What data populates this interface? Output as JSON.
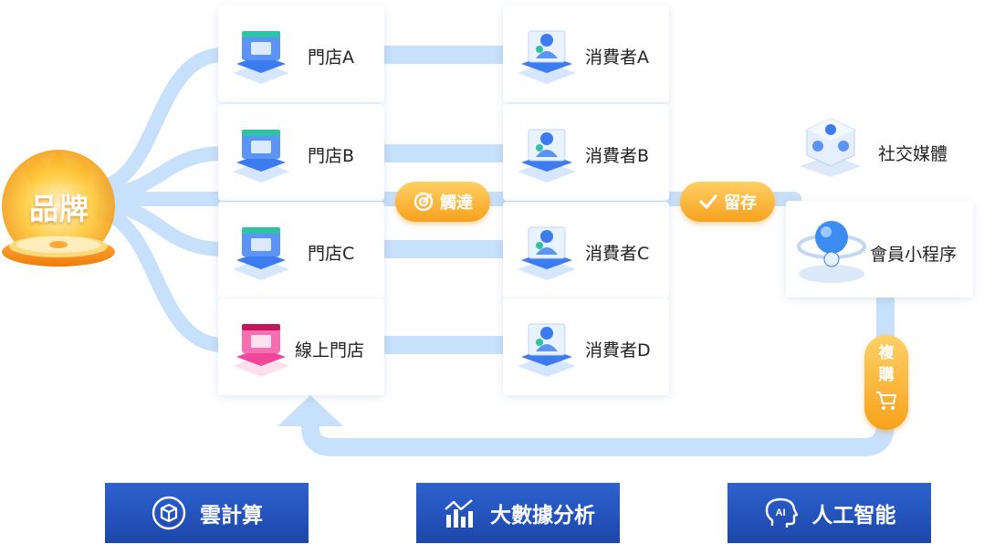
{
  "brand": {
    "label": "品牌"
  },
  "stores": [
    {
      "label": "門店A",
      "icon": "store-icon"
    },
    {
      "label": "門店B",
      "icon": "store-icon"
    },
    {
      "label": "門店C",
      "icon": "store-icon"
    },
    {
      "label": "線上門店",
      "icon": "online-store-icon"
    }
  ],
  "consumers": [
    {
      "label": "消費者A",
      "icon": "consumer-icon"
    },
    {
      "label": "消費者B",
      "icon": "consumer-icon"
    },
    {
      "label": "消費者C",
      "icon": "consumer-icon"
    },
    {
      "label": "消費者D",
      "icon": "consumer-icon"
    }
  ],
  "channels": [
    {
      "label": "社交媒體",
      "icon": "social-media-icon"
    },
    {
      "label": "會員小程序",
      "icon": "member-miniapp-icon"
    }
  ],
  "stages": {
    "reach": "觸達",
    "retain": "留存",
    "repurchase_chars": [
      "複",
      "購"
    ]
  },
  "foundation": [
    {
      "label": "雲計算",
      "icon": "cloud-computing-icon"
    },
    {
      "label": "大數據分析",
      "icon": "big-data-chart-icon"
    },
    {
      "label": "人工智能",
      "icon": "ai-head-icon"
    }
  ],
  "colors": {
    "flow": "#c7e0fb",
    "accent_orange": "#f7a21b",
    "button_blue": "#2255b8",
    "iso_blue": "#3d7bf0",
    "iso_pink": "#f0479b"
  }
}
